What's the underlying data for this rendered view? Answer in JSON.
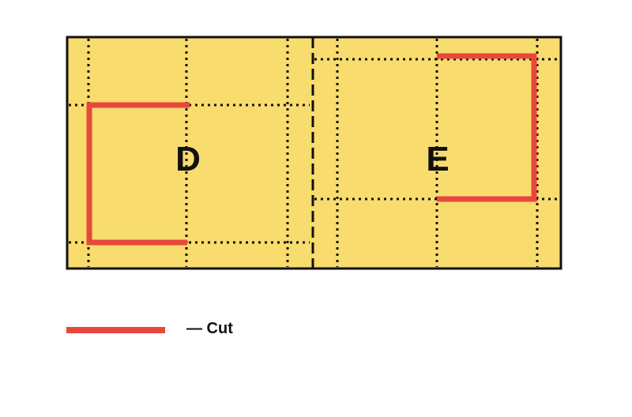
{
  "panels": [
    {
      "label": "D"
    },
    {
      "label": "E"
    }
  ],
  "legend": {
    "label": "— Cut"
  },
  "colors": {
    "paper": "#F8DC6E",
    "cut": "#E8483B",
    "fold": "#111111"
  }
}
